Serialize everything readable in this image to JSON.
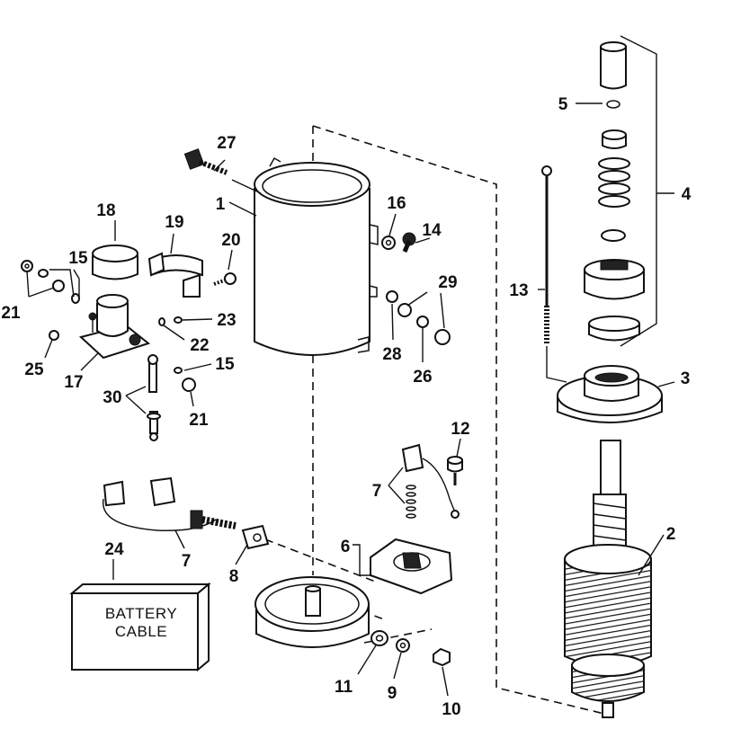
{
  "callouts": [
    {
      "id": "c1",
      "text": "1"
    },
    {
      "id": "c2",
      "text": "2"
    },
    {
      "id": "c3",
      "text": "3"
    },
    {
      "id": "c4",
      "text": "4"
    },
    {
      "id": "c5",
      "text": "5"
    },
    {
      "id": "c6",
      "text": "6"
    },
    {
      "id": "c7a",
      "text": "7"
    },
    {
      "id": "c7b",
      "text": "7"
    },
    {
      "id": "c8",
      "text": "8"
    },
    {
      "id": "c9",
      "text": "9"
    },
    {
      "id": "c10",
      "text": "10"
    },
    {
      "id": "c11",
      "text": "11"
    },
    {
      "id": "c12",
      "text": "12"
    },
    {
      "id": "c13",
      "text": "13"
    },
    {
      "id": "c14",
      "text": "14"
    },
    {
      "id": "c15a",
      "text": "15"
    },
    {
      "id": "c15b",
      "text": "15"
    },
    {
      "id": "c16",
      "text": "16"
    },
    {
      "id": "c17",
      "text": "17"
    },
    {
      "id": "c18",
      "text": "18"
    },
    {
      "id": "c19",
      "text": "19"
    },
    {
      "id": "c20",
      "text": "20"
    },
    {
      "id": "c21a",
      "text": "21"
    },
    {
      "id": "c21b",
      "text": "21"
    },
    {
      "id": "c22",
      "text": "22"
    },
    {
      "id": "c23",
      "text": "23"
    },
    {
      "id": "c24",
      "text": "24"
    },
    {
      "id": "c25",
      "text": "25"
    },
    {
      "id": "c26",
      "text": "26"
    },
    {
      "id": "c27",
      "text": "27"
    },
    {
      "id": "c28",
      "text": "28"
    },
    {
      "id": "c29",
      "text": "29"
    },
    {
      "id": "c30",
      "text": "30"
    }
  ],
  "battery_box": {
    "line1": "BATTERY",
    "line2": "CABLE"
  },
  "colors": {
    "ink": "#111111",
    "paper": "#ffffff"
  }
}
